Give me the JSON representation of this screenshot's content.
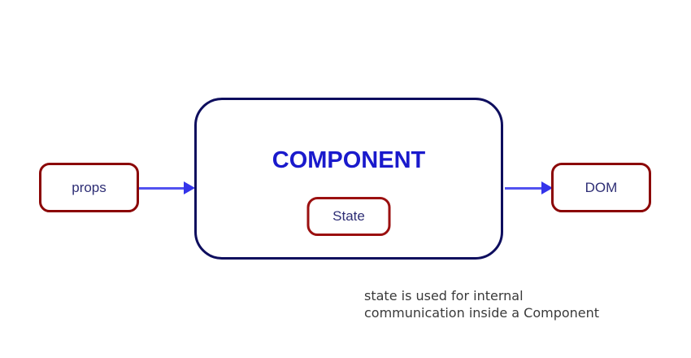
{
  "diagram": {
    "props_label": "props",
    "component_label": "COMPONENT",
    "state_label": "State",
    "dom_label": "DOM",
    "caption_line1": "state is used for internal",
    "caption_line2": "communication inside a Component",
    "colors": {
      "background": "#ffffff",
      "small_box_border": "#8b0505",
      "state_box_border": "#9b1010",
      "component_box_border": "#0e0e5e",
      "component_title_text": "#1a1acc",
      "box_label_text": "#2e2e75",
      "arrow": "#4a4aee",
      "caption_text": "#3a3a3a"
    }
  }
}
